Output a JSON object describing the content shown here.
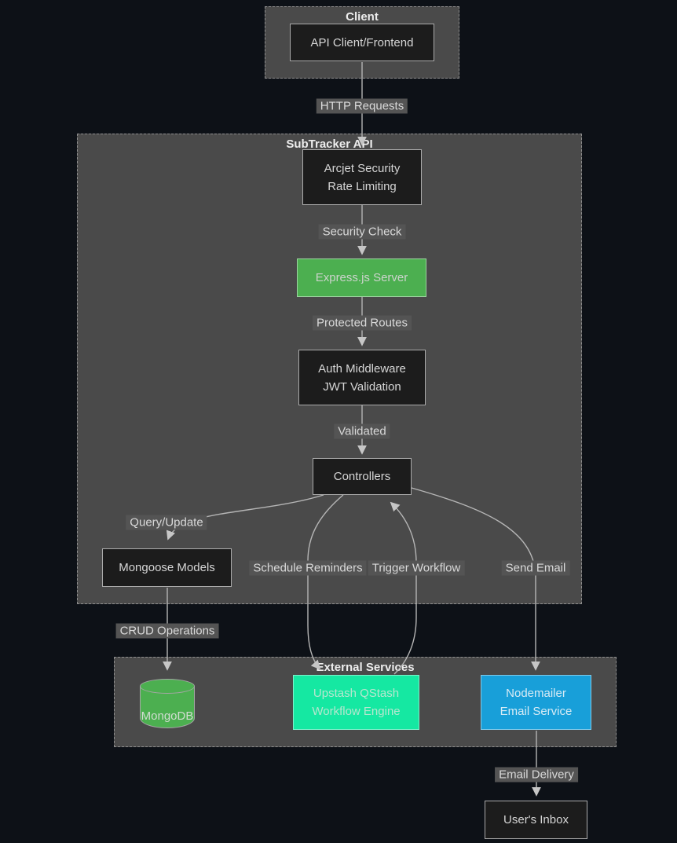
{
  "diagram": {
    "subgraphs": {
      "client": {
        "title": "Client"
      },
      "subtracker": {
        "title": "SubTracker API"
      },
      "external": {
        "title": "External Services"
      }
    },
    "nodes": {
      "api_client": {
        "label": "API Client/Frontend"
      },
      "arcjet": {
        "line1": "Arcjet Security",
        "line2": "Rate Limiting"
      },
      "express": {
        "label": "Express.js Server"
      },
      "auth": {
        "line1": "Auth Middleware",
        "line2": "JWT Validation"
      },
      "controllers": {
        "label": "Controllers"
      },
      "mongoose": {
        "label": "Mongoose Models"
      },
      "mongodb": {
        "label": "MongoDB"
      },
      "qstash": {
        "line1": "Upstash QStash",
        "line2": "Workflow Engine"
      },
      "nodemailer": {
        "line1": "Nodemailer",
        "line2": "Email Service"
      },
      "inbox": {
        "label": "User's Inbox"
      }
    },
    "edge_labels": {
      "http_requests": "HTTP Requests",
      "security_check": "Security Check",
      "protected_routes": "Protected Routes",
      "validated": "Validated",
      "query_update": "Query/Update",
      "schedule_reminders": "Schedule Reminders",
      "trigger_workflow": "Trigger Workflow",
      "send_email": "Send Email",
      "crud_operations": "CRUD Operations",
      "email_delivery": "Email Delivery"
    },
    "colors": {
      "background": "#0d1117",
      "subgraph_fill": "#4a4a4a",
      "node_fill": "#1c1c1c",
      "edge_label_fill": "#545454",
      "express_green": "#4caf50",
      "mongodb_green": "#4caf50",
      "qstash_mint": "#15e8a2",
      "nodemailer_blue": "#189fd9"
    }
  }
}
